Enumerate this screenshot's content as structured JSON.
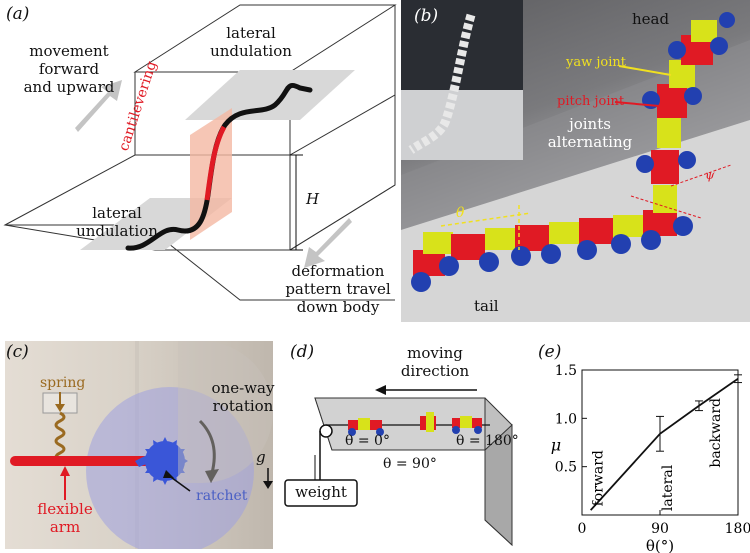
{
  "figure": {
    "panels": {
      "a": {
        "label": "(a)",
        "movement": [
          "movement",
          "forward",
          "and upward"
        ],
        "lateral_top": [
          "lateral",
          "undulation"
        ],
        "lateral_bottom": [
          "lateral",
          "undulation"
        ],
        "cantilevering": "cantilevering",
        "height_symbol": "H",
        "deformation": [
          "deformation",
          "pattern travel",
          "down body"
        ]
      },
      "b": {
        "label": "(b)",
        "head": "head",
        "yaw_joint": "yaw joint",
        "pitch_joint": "pitch joint",
        "joints_alternating": [
          "joints",
          "alternating"
        ],
        "theta": "θ",
        "psi": "ψ",
        "tail": "tail"
      },
      "c": {
        "label": "(c)",
        "spring": "spring",
        "one_way_rotation": [
          "one-way",
          "rotation"
        ],
        "ratchet": "ratchet",
        "flexible_arm": [
          "flexible",
          "arm"
        ]
      },
      "d": {
        "label": "(d)",
        "moving_direction": [
          "moving",
          "direction"
        ],
        "g": "g",
        "theta0": "θ = 0°",
        "theta90": "θ = 90°",
        "theta180": "θ = 180°",
        "weight": "weight"
      },
      "e": {
        "label": "(e)",
        "ylabel": "μ",
        "xlabel": "θ(°)",
        "annotations": [
          "forward",
          "lateral",
          "backward"
        ]
      }
    },
    "colors": {
      "body_red": "#e01a24",
      "cantilever_fill": "#f4b8a2",
      "plane_gray": "#d8d8d8",
      "arrow_gray": "#c4c4c4",
      "ratchet_blue": "#4a5fc4",
      "module_yellow": "#d8e21a",
      "wheel_blue": "#2240b0"
    }
  },
  "chart_data": {
    "type": "line",
    "title": "",
    "xlabel": "θ(°)",
    "ylabel": "μ",
    "xlim": [
      0,
      180
    ],
    "ylim": [
      0,
      1.5
    ],
    "xticks": [
      "0",
      "90",
      "180"
    ],
    "yticks": [
      "0.5",
      "1.0",
      "1.5"
    ],
    "x": [
      10,
      90,
      135,
      180
    ],
    "y": [
      0.05,
      0.84,
      1.13,
      1.41
    ],
    "error": [
      0,
      0.18,
      0.05,
      0.04
    ],
    "annotations": [
      "forward",
      "lateral",
      "backward"
    ]
  }
}
